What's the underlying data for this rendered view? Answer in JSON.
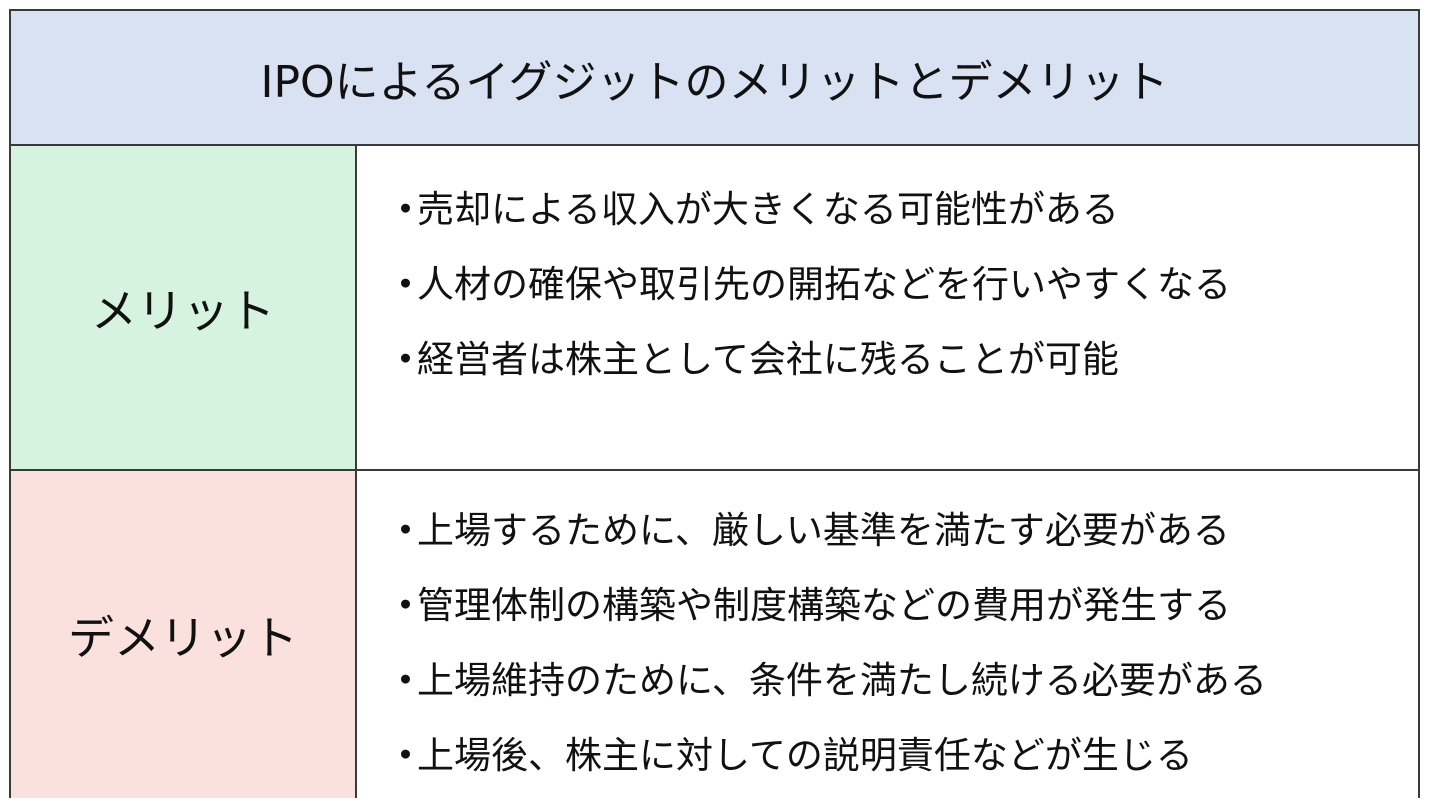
{
  "header": {
    "title": "IPOによるイグジットのメリットとデメリット"
  },
  "colors": {
    "header_bg": "#d9e2f3",
    "merit_bg": "#d5f3de",
    "demerit_bg": "#fae1de",
    "border": "#3a3a3a"
  },
  "rows": [
    {
      "label": "メリット",
      "items": [
        {
          "bullet": "・",
          "text": "売却による収入が大きくなる可能性がある"
        },
        {
          "bullet": "・",
          "text": "人材の確保や取引先の開拓などを行いやすくなる"
        },
        {
          "bullet": "・",
          "text": "経営者は株主として会社に残ることが可能"
        }
      ]
    },
    {
      "label": "デメリット",
      "items": [
        {
          "bullet": "・",
          "text": "上場するために、厳しい基準を満たす必要がある"
        },
        {
          "bullet": "・",
          "text": "管理体制の構築や制度構築などの費用が発生する"
        },
        {
          "bullet": "・",
          "text": "上場維持のために、条件を満たし続ける必要がある"
        },
        {
          "bullet": "・",
          "text": "上場後、株主に対しての説明責任などが生じる"
        }
      ]
    }
  ]
}
